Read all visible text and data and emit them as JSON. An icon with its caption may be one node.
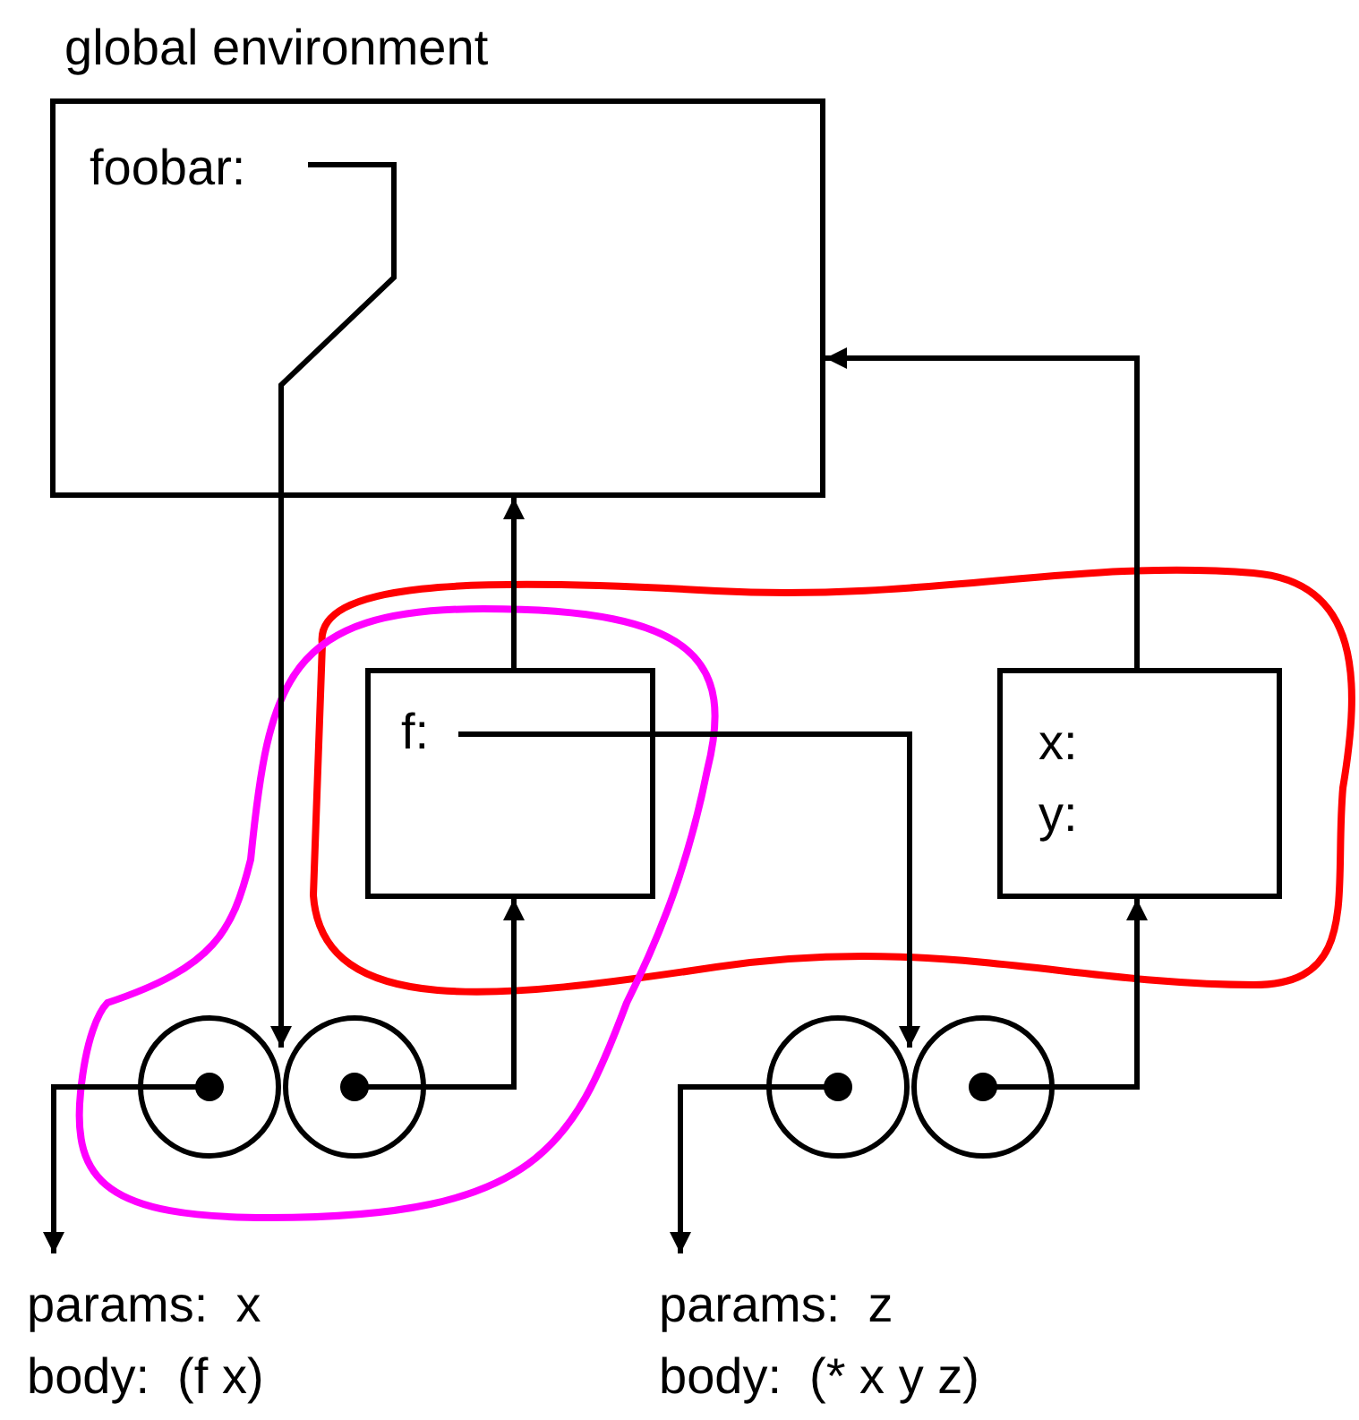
{
  "diagram": {
    "nodes": [
      {
        "text": [
          "global environment"
        ]
      },
      {
        "text": [
          "foobar:"
        ],
        "in": 0
      },
      {
        "text": [],
        "shape": "box"
      },
      {
        "text": [
          "f:"
        ],
        "in": 2
      },
      {
        "text": [
          "x:",
          "y:"
        ]
      },
      {
        "text": [],
        "shape": "circle"
      },
      {
        "text": [],
        "shape": "circle"
      },
      {
        "text": [],
        "shape": "circle"
      },
      {
        "text": [],
        "shape": "circle"
      },
      {
        "text": [
          "params:  x",
          "body:  (f x)"
        ]
      },
      {
        "text": [
          "params:  z",
          "body:  (* x y z)"
        ]
      }
    ],
    "edges": [
      {
        "from": 1,
        "to": 5,
        "arrow": "to"
      },
      {
        "from": 6,
        "to": 2,
        "arrow": "to"
      },
      {
        "from": 2,
        "to": 0,
        "arrow": "to"
      },
      {
        "from": 3,
        "to": 7,
        "arrow": "to"
      },
      {
        "from": 8,
        "to": 4,
        "arrow": "to"
      },
      {
        "from": 4,
        "to": 0,
        "arrow": "to"
      },
      {
        "from": 5,
        "to": 9,
        "arrow": "to"
      },
      {
        "from": 7,
        "to": 10,
        "arrow": "to"
      }
    ]
  }
}
